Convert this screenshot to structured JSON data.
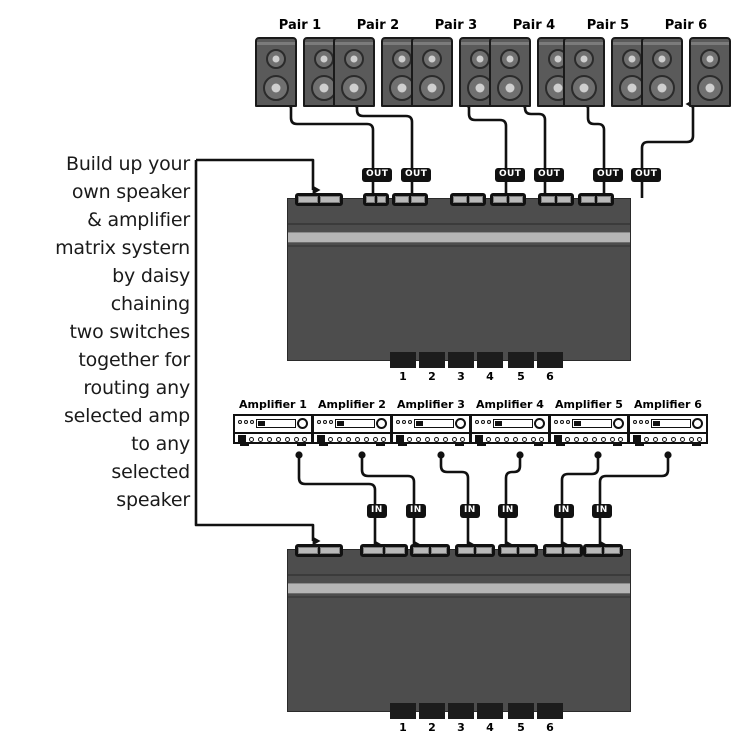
{
  "caption": {
    "lines": [
      "Build up your",
      "own speaker",
      "& amplifier",
      "matrix systern",
      "by daisy",
      "chaining",
      "two switches",
      "together for",
      "routing any",
      "selected amp",
      "to any",
      "selected",
      "speaker"
    ]
  },
  "speaker_pairs": [
    {
      "label": "Pair 1"
    },
    {
      "label": "Pair 2"
    },
    {
      "label": "Pair 3"
    },
    {
      "label": "Pair 4"
    },
    {
      "label": "Pair 5"
    },
    {
      "label": "Pair 6"
    }
  ],
  "amplifiers": [
    {
      "label": "Amplifier 1"
    },
    {
      "label": "Amplifier 2"
    },
    {
      "label": "Amplifier 3"
    },
    {
      "label": "Amplifier 4"
    },
    {
      "label": "Amplifier 5"
    },
    {
      "label": "Amplifier 6"
    }
  ],
  "out_tags": [
    "OUT",
    "OUT",
    "OUT",
    "OUT",
    "OUT",
    "OUT"
  ],
  "in_tags": [
    "IN",
    "IN",
    "IN",
    "IN",
    "IN",
    "IN"
  ],
  "top_switch": {
    "name": "speaker-matrix-switch-upper",
    "foot_numbers": [
      "1",
      "2",
      "3",
      "4",
      "5",
      "6"
    ]
  },
  "bottom_switch": {
    "name": "speaker-matrix-switch-lower",
    "foot_numbers": [
      "1",
      "2",
      "3",
      "4",
      "5",
      "6"
    ]
  },
  "colors": {
    "chassis": "#4d4d4d",
    "chassis_stripe": "#b5b5b5",
    "speaker_cabinet": "#5a5a5a",
    "wire": "#111111",
    "tag_bg": "#111111",
    "tag_text": "#ffffff",
    "background": "#ffffff"
  }
}
